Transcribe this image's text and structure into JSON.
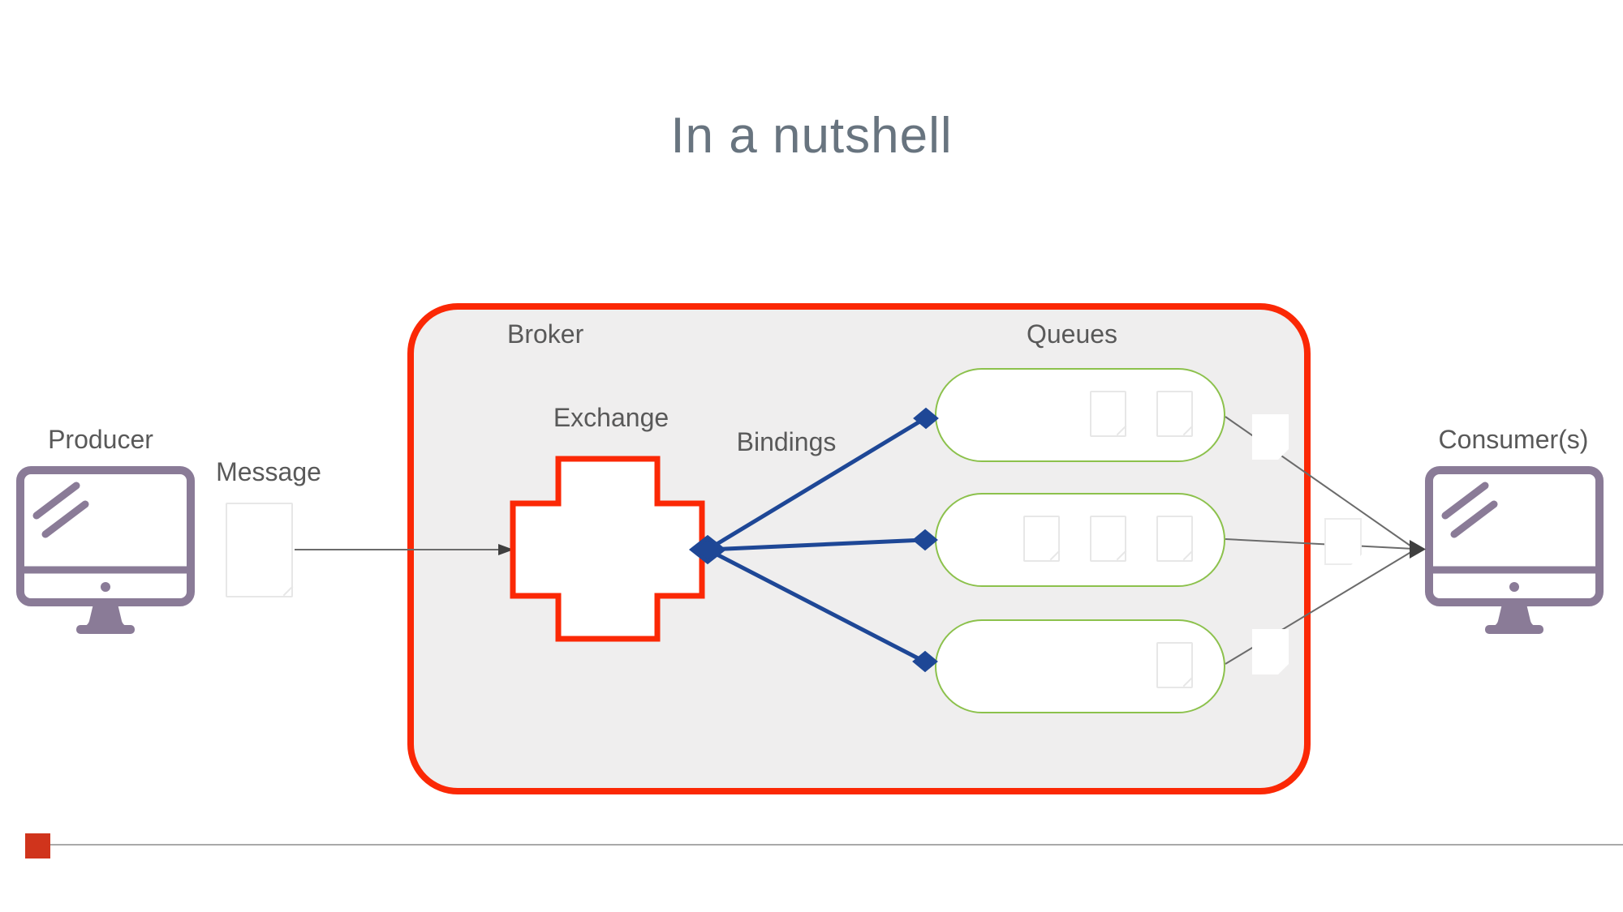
{
  "title": "In a nutshell",
  "diagram": {
    "producer": {
      "label": "Producer"
    },
    "message": {
      "label": "Message"
    },
    "broker": {
      "label": "Broker"
    },
    "exchange": {
      "label": "Exchange"
    },
    "bindings": {
      "label": "Bindings"
    },
    "queues": {
      "label": "Queues",
      "count": 3,
      "message_counts": [
        2,
        3,
        1
      ]
    },
    "consumers": {
      "label": "Consumer(s)"
    },
    "colors": {
      "broker_border": "#fb2805",
      "broker_fill": "#efeeee",
      "queue_border": "#8cc14c",
      "binding_blue": "#1e4796",
      "node_purple": "#8a7b97",
      "label_gray": "#595959",
      "title_gray": "#68747f",
      "footer_square_red": "#d0341c",
      "footer_line_gray": "#a9a9a9"
    }
  }
}
